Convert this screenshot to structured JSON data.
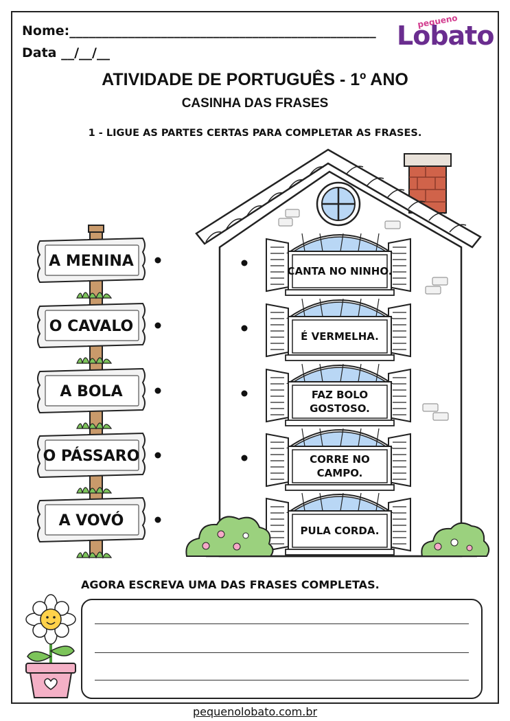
{
  "header": {
    "name_label": "Nome:_______________________________________________",
    "date_label": "Data __/__/__",
    "logo_small": "pequeno",
    "logo_big": "Lobato"
  },
  "titles": {
    "main": "ATIVIDADE DE PORTUGUÊS - 1º ANO",
    "sub": "CASINHA DAS FRASES",
    "instruction": "1 - LIGUE AS PARTES CERTAS PARA COMPLETAR AS FRASES."
  },
  "signs": [
    "A MENINA",
    "O CAVALO",
    "A BOLA",
    "O PÁSSARO",
    "A VOVÓ"
  ],
  "windows": [
    [
      "CANTA NO NINHO."
    ],
    [
      "É VERMELHA."
    ],
    [
      "FAZ BOLO",
      "GOSTOSO."
    ],
    [
      "CORRE NO",
      "CAMPO."
    ],
    [
      "PULA CORDA."
    ]
  ],
  "writing": {
    "title": "AGORA ESCREVA UMA DAS FRASES COMPLETAS."
  },
  "footer": "pequenolobato.com.br",
  "colors": {
    "sky": "#b9d7f5",
    "brick": "#d0634a",
    "bush": "#9bd17e",
    "grass": "#7cc45a",
    "pot": "#f4b0c6",
    "petal": "#ffffff",
    "flower_center": "#ffd24a",
    "logo_purple": "#6a2d8f"
  }
}
